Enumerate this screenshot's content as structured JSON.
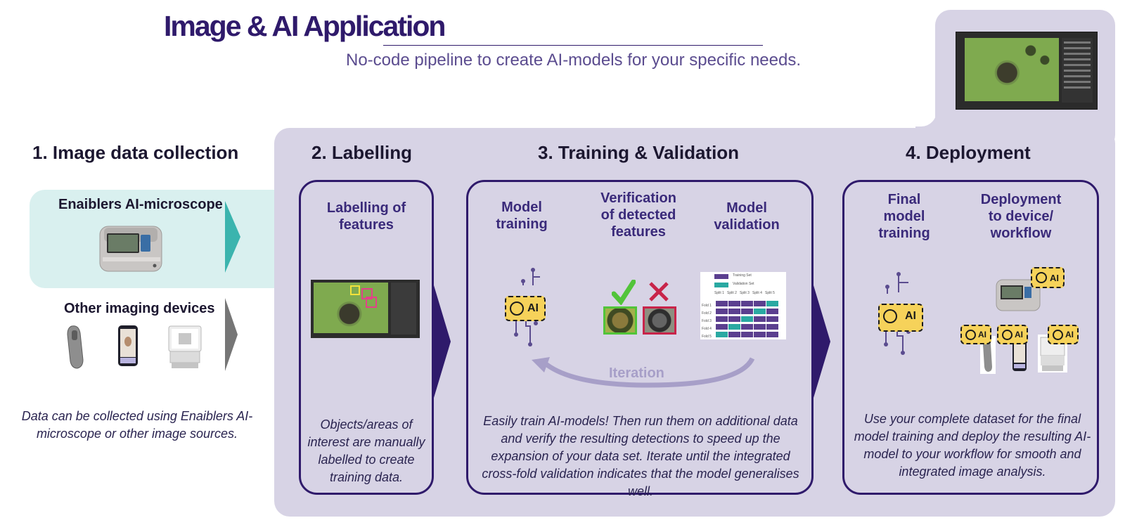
{
  "header": {
    "title": "Image & AI Application",
    "subtitle": "No-code pipeline to create AI-models for your specific needs."
  },
  "sections": {
    "collection": {
      "heading": "1. Image data collection",
      "microscope_label": "Enaiblers AI-microscope",
      "other_label": "Other imaging devices",
      "caption": "Data can be collected using Enaiblers AI-microscope or other image sources."
    },
    "labelling": {
      "heading": "2. Labelling",
      "box_title": "Labelling of features",
      "caption": "Objects/areas of interest are manually labelled  to create training data."
    },
    "training": {
      "heading": "3. Training & Validation",
      "col1": "Model training",
      "col2": "Verification of detected features",
      "col3": "Model validation",
      "ai_label": "AI",
      "iteration": "Iteration",
      "legend_training": "Training Set",
      "legend_validation": "Validation Set",
      "splits": [
        "Split 1",
        "Split 2",
        "Split 3",
        "Split 4",
        "Split 5"
      ],
      "folds": [
        "Fold 1",
        "Fold 2",
        "Fold 3",
        "Fold 4",
        "Fold 5"
      ],
      "caption": "Easily train AI-models! Then run them on additional data and verify the resulting detections to speed up the expansion of your data set. Iterate until the integrated cross-fold validation indicates that the model generalises well."
    },
    "deployment": {
      "heading": "4. Deployment",
      "col1": "Final model training",
      "col2": "Deployment to device/ workflow",
      "ai_label": "AI",
      "caption": "Use your complete dataset for the final model training and deploy the resulting AI-model to your workflow for smooth and integrated image analysis."
    }
  },
  "colors": {
    "brand": "#2f1a6b",
    "panel": "#d7d3e5",
    "teal": "#3bb4ae",
    "training_set": "#5b3f8f",
    "validation_set": "#2aa9a2",
    "chip": "#f6d25a",
    "check": "#52c43a",
    "cross": "#c8244a"
  }
}
